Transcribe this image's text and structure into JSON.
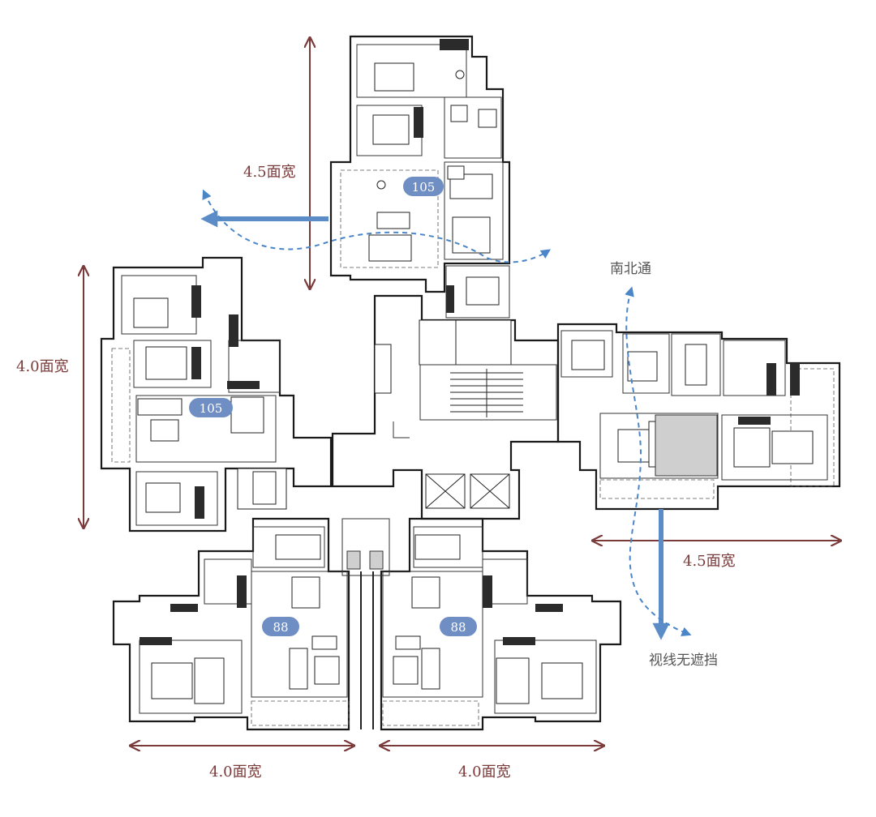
{
  "dimensions": {
    "top_left_vertical": "4.5面宽",
    "left_vertical": "4.0面宽",
    "right_horizontal": "4.5面宽",
    "bottom_left_horizontal": "4.0面宽",
    "bottom_right_horizontal": "4.0面宽"
  },
  "unit_badges": {
    "top": "105",
    "left": "105",
    "bottom_left": "88",
    "bottom_right": "88"
  },
  "annotations": {
    "ventilation": "南北通",
    "view": "视线无遮挡"
  },
  "colors": {
    "dimension": "#7b3a3a",
    "badge": "#6f8fc4",
    "flow_arrow": "#4a86c8",
    "wall": "#1a1a1a"
  }
}
